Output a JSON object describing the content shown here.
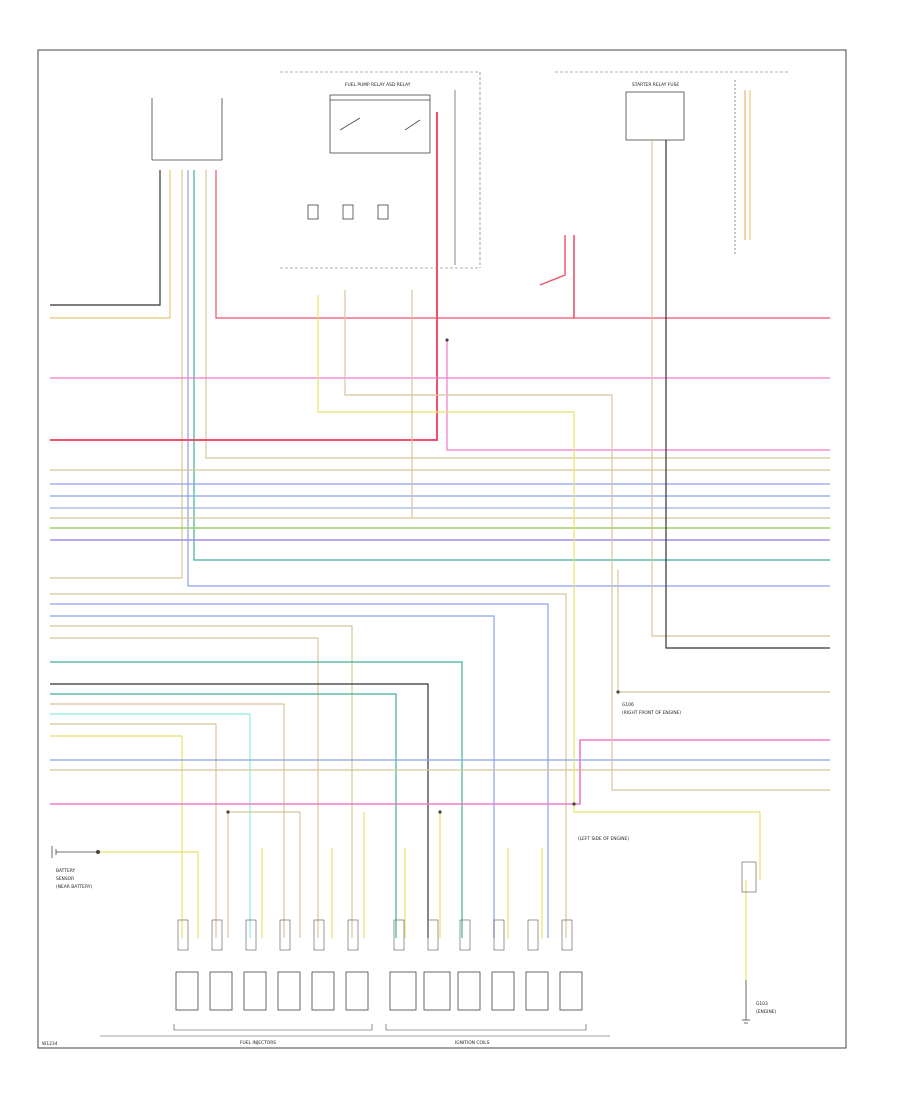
{
  "footer": {
    "code": "W1234",
    "fuel_injectors_caption": "FUEL INJECTORS",
    "ignition_coils_caption": "IGNITION COILS"
  },
  "annotations": {
    "top_center_block": "FUEL PUMP RELAY ASD RELAY",
    "top_right_block": "STARTER RELAY FUSE",
    "right_mid_note_1": "G106",
    "right_mid_note_2": "(RIGHT FRONT OF ENGINE)",
    "right_lower_note": "(LEFT SIDE OF ENGINE)",
    "left_lower_note_1": "BATTERY",
    "left_lower_note_2": "SENSOR",
    "left_lower_note_3": "(NEAR BATTERY)",
    "right_bottom_note_1": "G103",
    "right_bottom_note_2": "(ENGINE)"
  },
  "colors": {
    "red": "#f0506a",
    "pink": "#f07acb",
    "magenta": "#e95fe0",
    "yellow": "#e8e26a",
    "tan": "#d8c49a",
    "blue": "#8ea2ea",
    "lightblue": "#9fb2ea",
    "green": "#9bd46a",
    "teal": "#3fae9a",
    "purple": "#a48be8",
    "cyan": "#8ee8e8",
    "gray": "#9a9a9a",
    "dark": "#333333",
    "orange": "#f0b66a"
  },
  "icons": [
    "ground-icon",
    "battery-icon",
    "splice-icon",
    "connector-icon",
    "relay-icon",
    "fuse-icon",
    "injector-icon",
    "coil-icon"
  ]
}
